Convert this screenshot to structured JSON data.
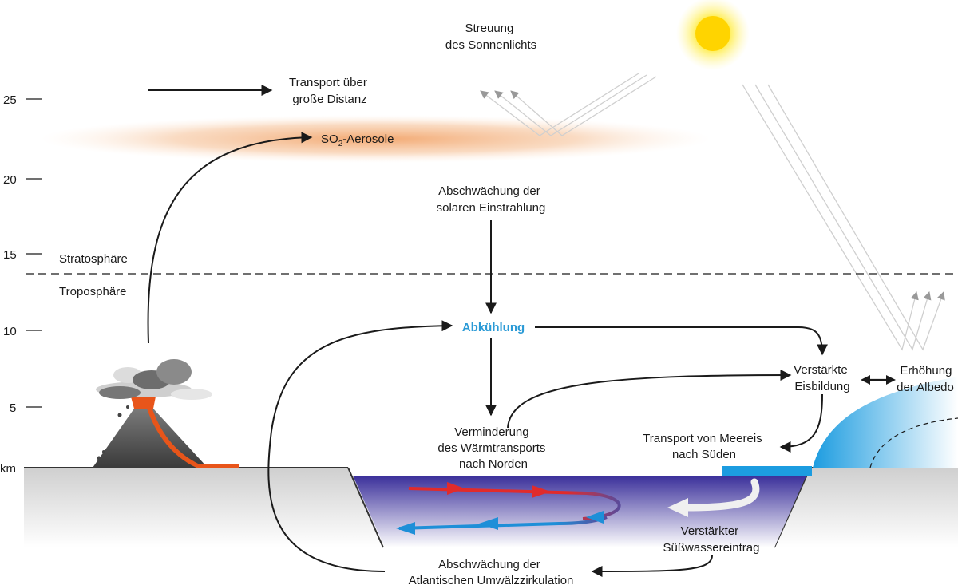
{
  "altitude_axis": {
    "ticks": [
      "25",
      "20",
      "15",
      "10",
      "5"
    ],
    "base_label": "km"
  },
  "layers": {
    "stratosphere": "Stratosphäre",
    "troposphere": "Troposphäre"
  },
  "labels": {
    "scattering": [
      "Streuung",
      "des Sonnenlichts"
    ],
    "transport": [
      "Transport über",
      "große Distanz"
    ],
    "aerosol_main": "SO",
    "aerosol_sub": "2",
    "aerosol_suffix": "-Aerosole",
    "weakening_radiation": [
      "Abschwächung der",
      "solaren Einstrahlung"
    ],
    "cooling": "Abkühlung",
    "ice_formation": [
      "Verstärkte",
      "Eisbildung"
    ],
    "albedo": [
      "Erhöhung",
      "der Albedo"
    ],
    "heat_transport": [
      "Verminderung",
      "des Wärmtransports",
      "nach Norden"
    ],
    "sea_ice_transport": [
      "Transport von Meereis",
      "nach Süden"
    ],
    "freshwater": [
      "Verstärkter",
      "Süßwassereintrag"
    ],
    "circulation": [
      "Abschwächung der",
      "Atlantischen Umwälzzirkulation"
    ]
  },
  "colors": {
    "sun": "#ffd400",
    "aerosol": "#f2a46a",
    "ocean_top": "#3a2f9a",
    "warm_current": "#e12b2b",
    "cold_current": "#1e8fd8",
    "ice": "#1c9ce0",
    "cooling_text": "#2a9ad6",
    "ground": "#d4d4d4"
  }
}
